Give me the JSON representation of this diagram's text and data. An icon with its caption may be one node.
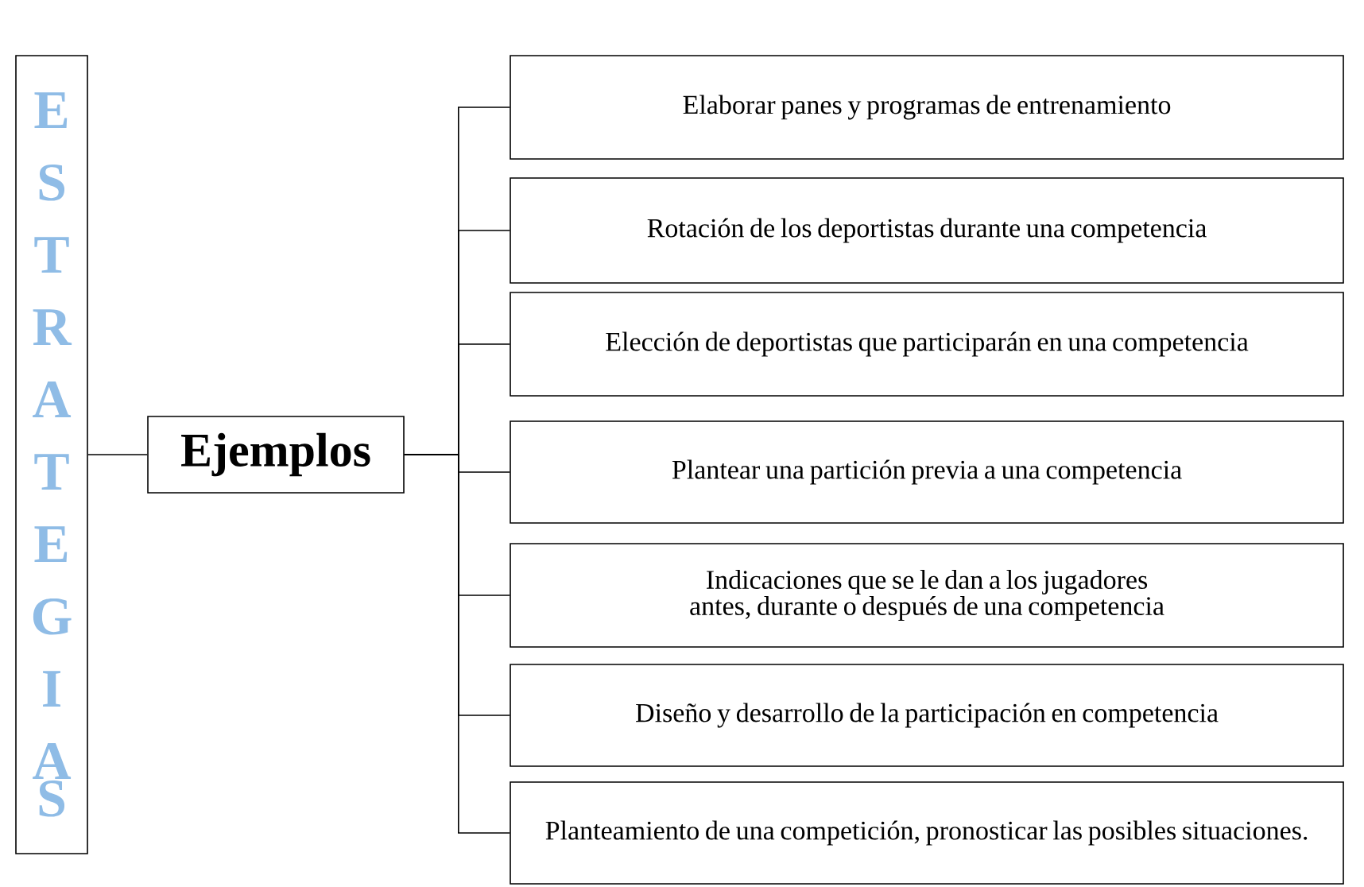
{
  "diagram": {
    "nodes": [
      {
        "text": [
          "ESTRATEGIAS"
        ]
      },
      {
        "text": [
          "Ejemplos"
        ]
      },
      {
        "text": [
          "Elaborar panes y programas de entrenamiento"
        ]
      },
      {
        "text": [
          "Rotación de los deportistas durante una competencia"
        ]
      },
      {
        "text": [
          "Elección de deportistas que participarán en una competencia"
        ]
      },
      {
        "text": [
          "Plantear una partición previa a una competencia"
        ]
      },
      {
        "text": [
          "Indicaciones que se le dan a los jugadores antes, durante o después de una competencia"
        ]
      },
      {
        "text": [
          "Diseño y desarrollo de la participación en competencia"
        ]
      },
      {
        "text": [
          "Planteamiento de una competición, pronosticar las posibles situaciones."
        ]
      }
    ],
    "edges": [
      {
        "from": 0,
        "to": 1,
        "arrow": "none"
      },
      {
        "from": 1,
        "to": 2,
        "arrow": "none"
      },
      {
        "from": 1,
        "to": 3,
        "arrow": "none"
      },
      {
        "from": 1,
        "to": 4,
        "arrow": "none"
      },
      {
        "from": 1,
        "to": 5,
        "arrow": "none"
      },
      {
        "from": 1,
        "to": 6,
        "arrow": "none"
      },
      {
        "from": 1,
        "to": 7,
        "arrow": "none"
      },
      {
        "from": 1,
        "to": 8,
        "arrow": "none"
      }
    ]
  }
}
